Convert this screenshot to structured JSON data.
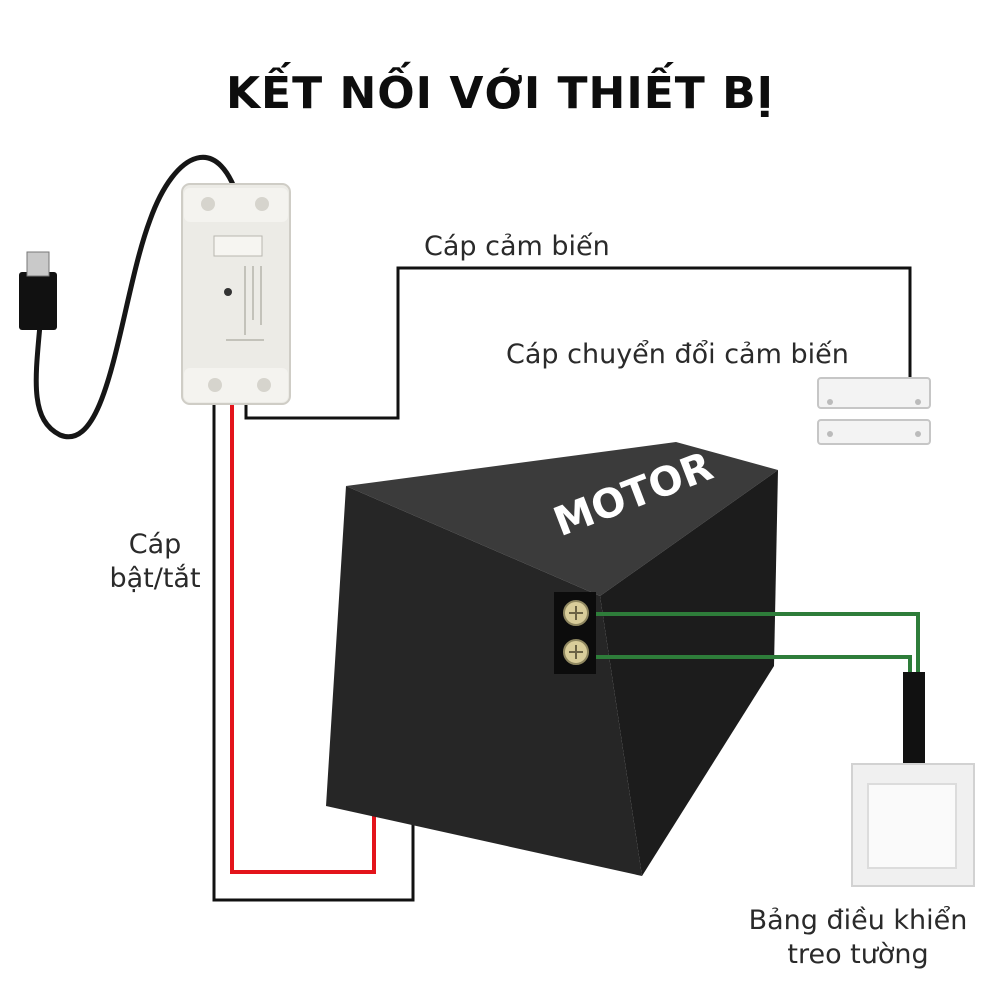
{
  "title": "KẾT NỐI VỚI THIẾT BỊ",
  "labels": {
    "sensor_cable": "Cáp cảm biến",
    "sensor_adapter": "Cáp chuyển đổi cảm biến",
    "switch_cable_line1": "Cáp",
    "switch_cable_line2": "bật/tắt",
    "wall_panel_line1": "Bảng điều khiển",
    "wall_panel_line2": "treo tường"
  },
  "motor_text": "MOTOR",
  "colors": {
    "motor": "#2b2b2b",
    "motor_top": "#3a3a3a",
    "wire_red": "#e3141b",
    "wire_black": "#111111",
    "wire_green": "#2e7d3a",
    "module_body": "#ecebe6"
  }
}
